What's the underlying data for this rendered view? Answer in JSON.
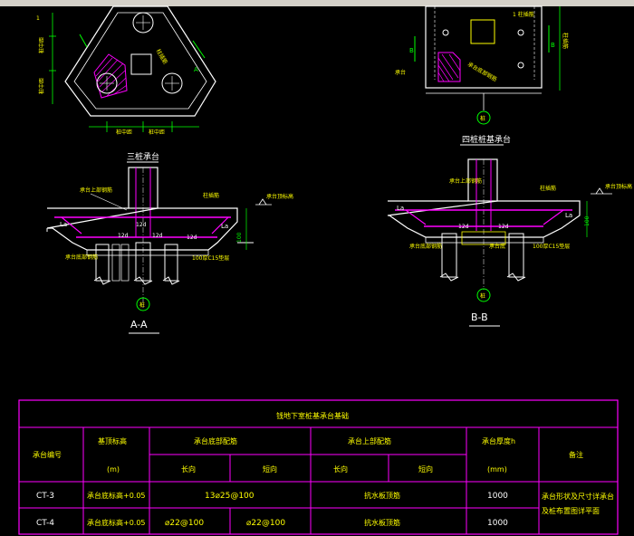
{
  "drawing": {
    "section_a_title": "三桩承台",
    "section_b_title": "四桩桩基承台",
    "section_a_label": "A-A",
    "section_b_label": "B-B",
    "cut_mark_a": "A",
    "cut_mark_b": "B",
    "dim_labels": {
      "pile_spacing": "桩中距",
      "la": "La",
      "twelve_d": "12d",
      "thickness": "100"
    },
    "notes": {
      "top_bar": "承台上部钢筋",
      "bottom_bar": "承台底部钢筋",
      "cushion": "100厚C15垫层",
      "pile": "桩",
      "column_bar": "柱插筋",
      "top_elev": "承台顶标高"
    }
  },
  "table": {
    "title": "钱地下室桩基承台基础",
    "headers": {
      "id": "承台编号",
      "elev": "基顶标高",
      "elev_unit": "(m)",
      "bottom": "承台底部配筋",
      "bottom_long": "长向",
      "bottom_short": "短向",
      "top": "承台上部配筋",
      "top_long": "长向",
      "top_short": "短向",
      "thick": "承台厚度h",
      "thick_unit": "(mm)",
      "remark": "备注"
    },
    "rows": [
      {
        "id": "CT-3",
        "elev": "承台底标高+0.05",
        "bottom": "13⌀25@100",
        "top": "抗水板顶筋",
        "thick": "1000"
      },
      {
        "id": "CT-4",
        "elev": "承台底标高+0.05",
        "bottom_long": "⌀22@100",
        "bottom_short": "⌀22@100",
        "top": "抗水板顶筋",
        "thick": "1000"
      }
    ],
    "remark_text": [
      "承台形状及尺寸详承台",
      "及桩布置图详平面"
    ]
  },
  "colors": {
    "background": "#000000",
    "outline": "#ffffff",
    "rebar": "#ff00ff",
    "dimension": "#00ff00",
    "text": "#ffff00",
    "table_border": "#ff00ff"
  }
}
